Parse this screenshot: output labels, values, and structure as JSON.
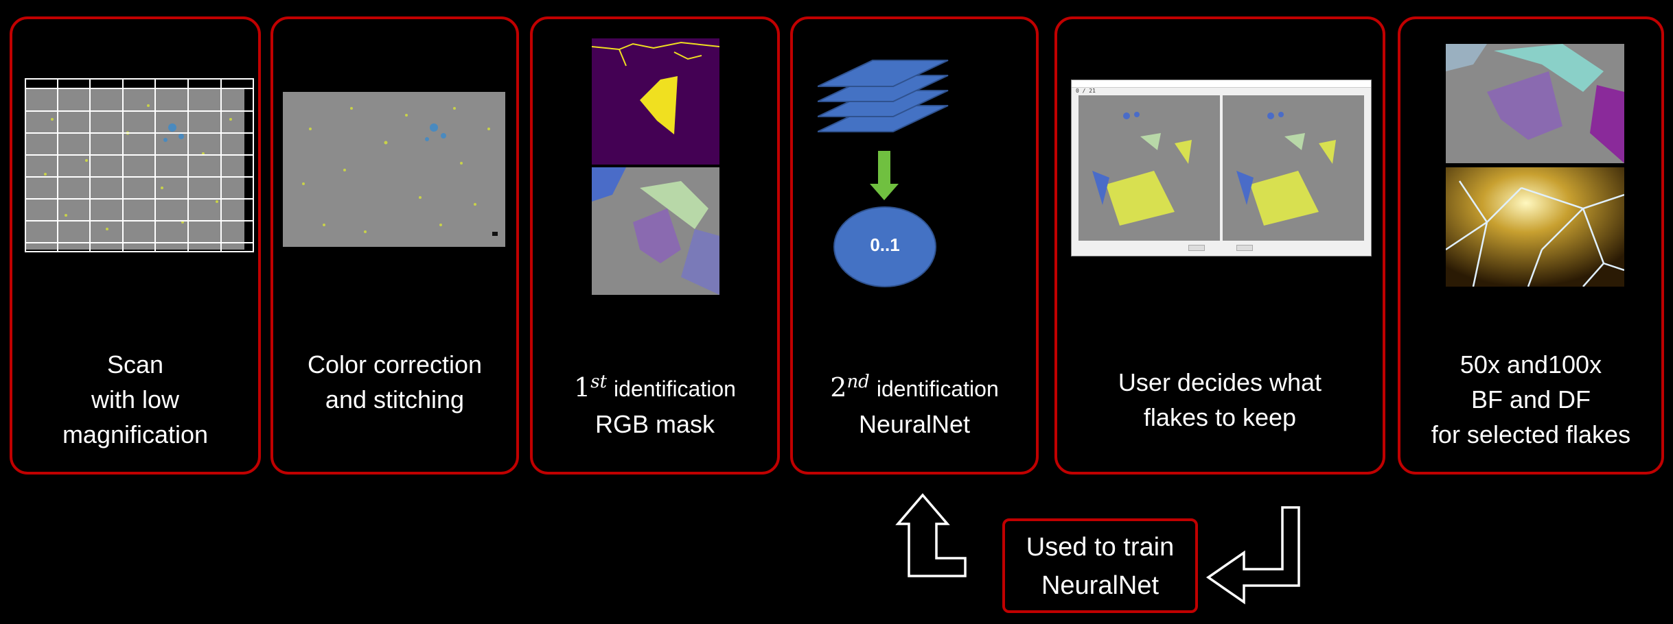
{
  "steps": [
    {
      "lines": [
        "Scan",
        "with low",
        "magnification"
      ]
    },
    {
      "lines": [
        "Color correction",
        "and stitching"
      ]
    },
    {
      "ordinal": "1",
      "sup": "st",
      "lines": [
        "identification",
        "RGB mask"
      ]
    },
    {
      "ordinal": "2",
      "sup": "nd",
      "lines": [
        "identification",
        "NeuralNet"
      ],
      "node_label": "0..1"
    },
    {
      "lines": [
        "User decides what",
        "flakes to keep"
      ],
      "window_title": "0 / 21"
    },
    {
      "lines": [
        "50x and100x",
        "BF and DF",
        "for selected flakes"
      ]
    }
  ],
  "feedback": {
    "lines": [
      "Used to train",
      "NeuralNet"
    ]
  },
  "colors": {
    "border": "#c00000",
    "layer_blue": "#4472c4",
    "arrow_green": "#70c040",
    "node_blue": "#4472c4"
  }
}
